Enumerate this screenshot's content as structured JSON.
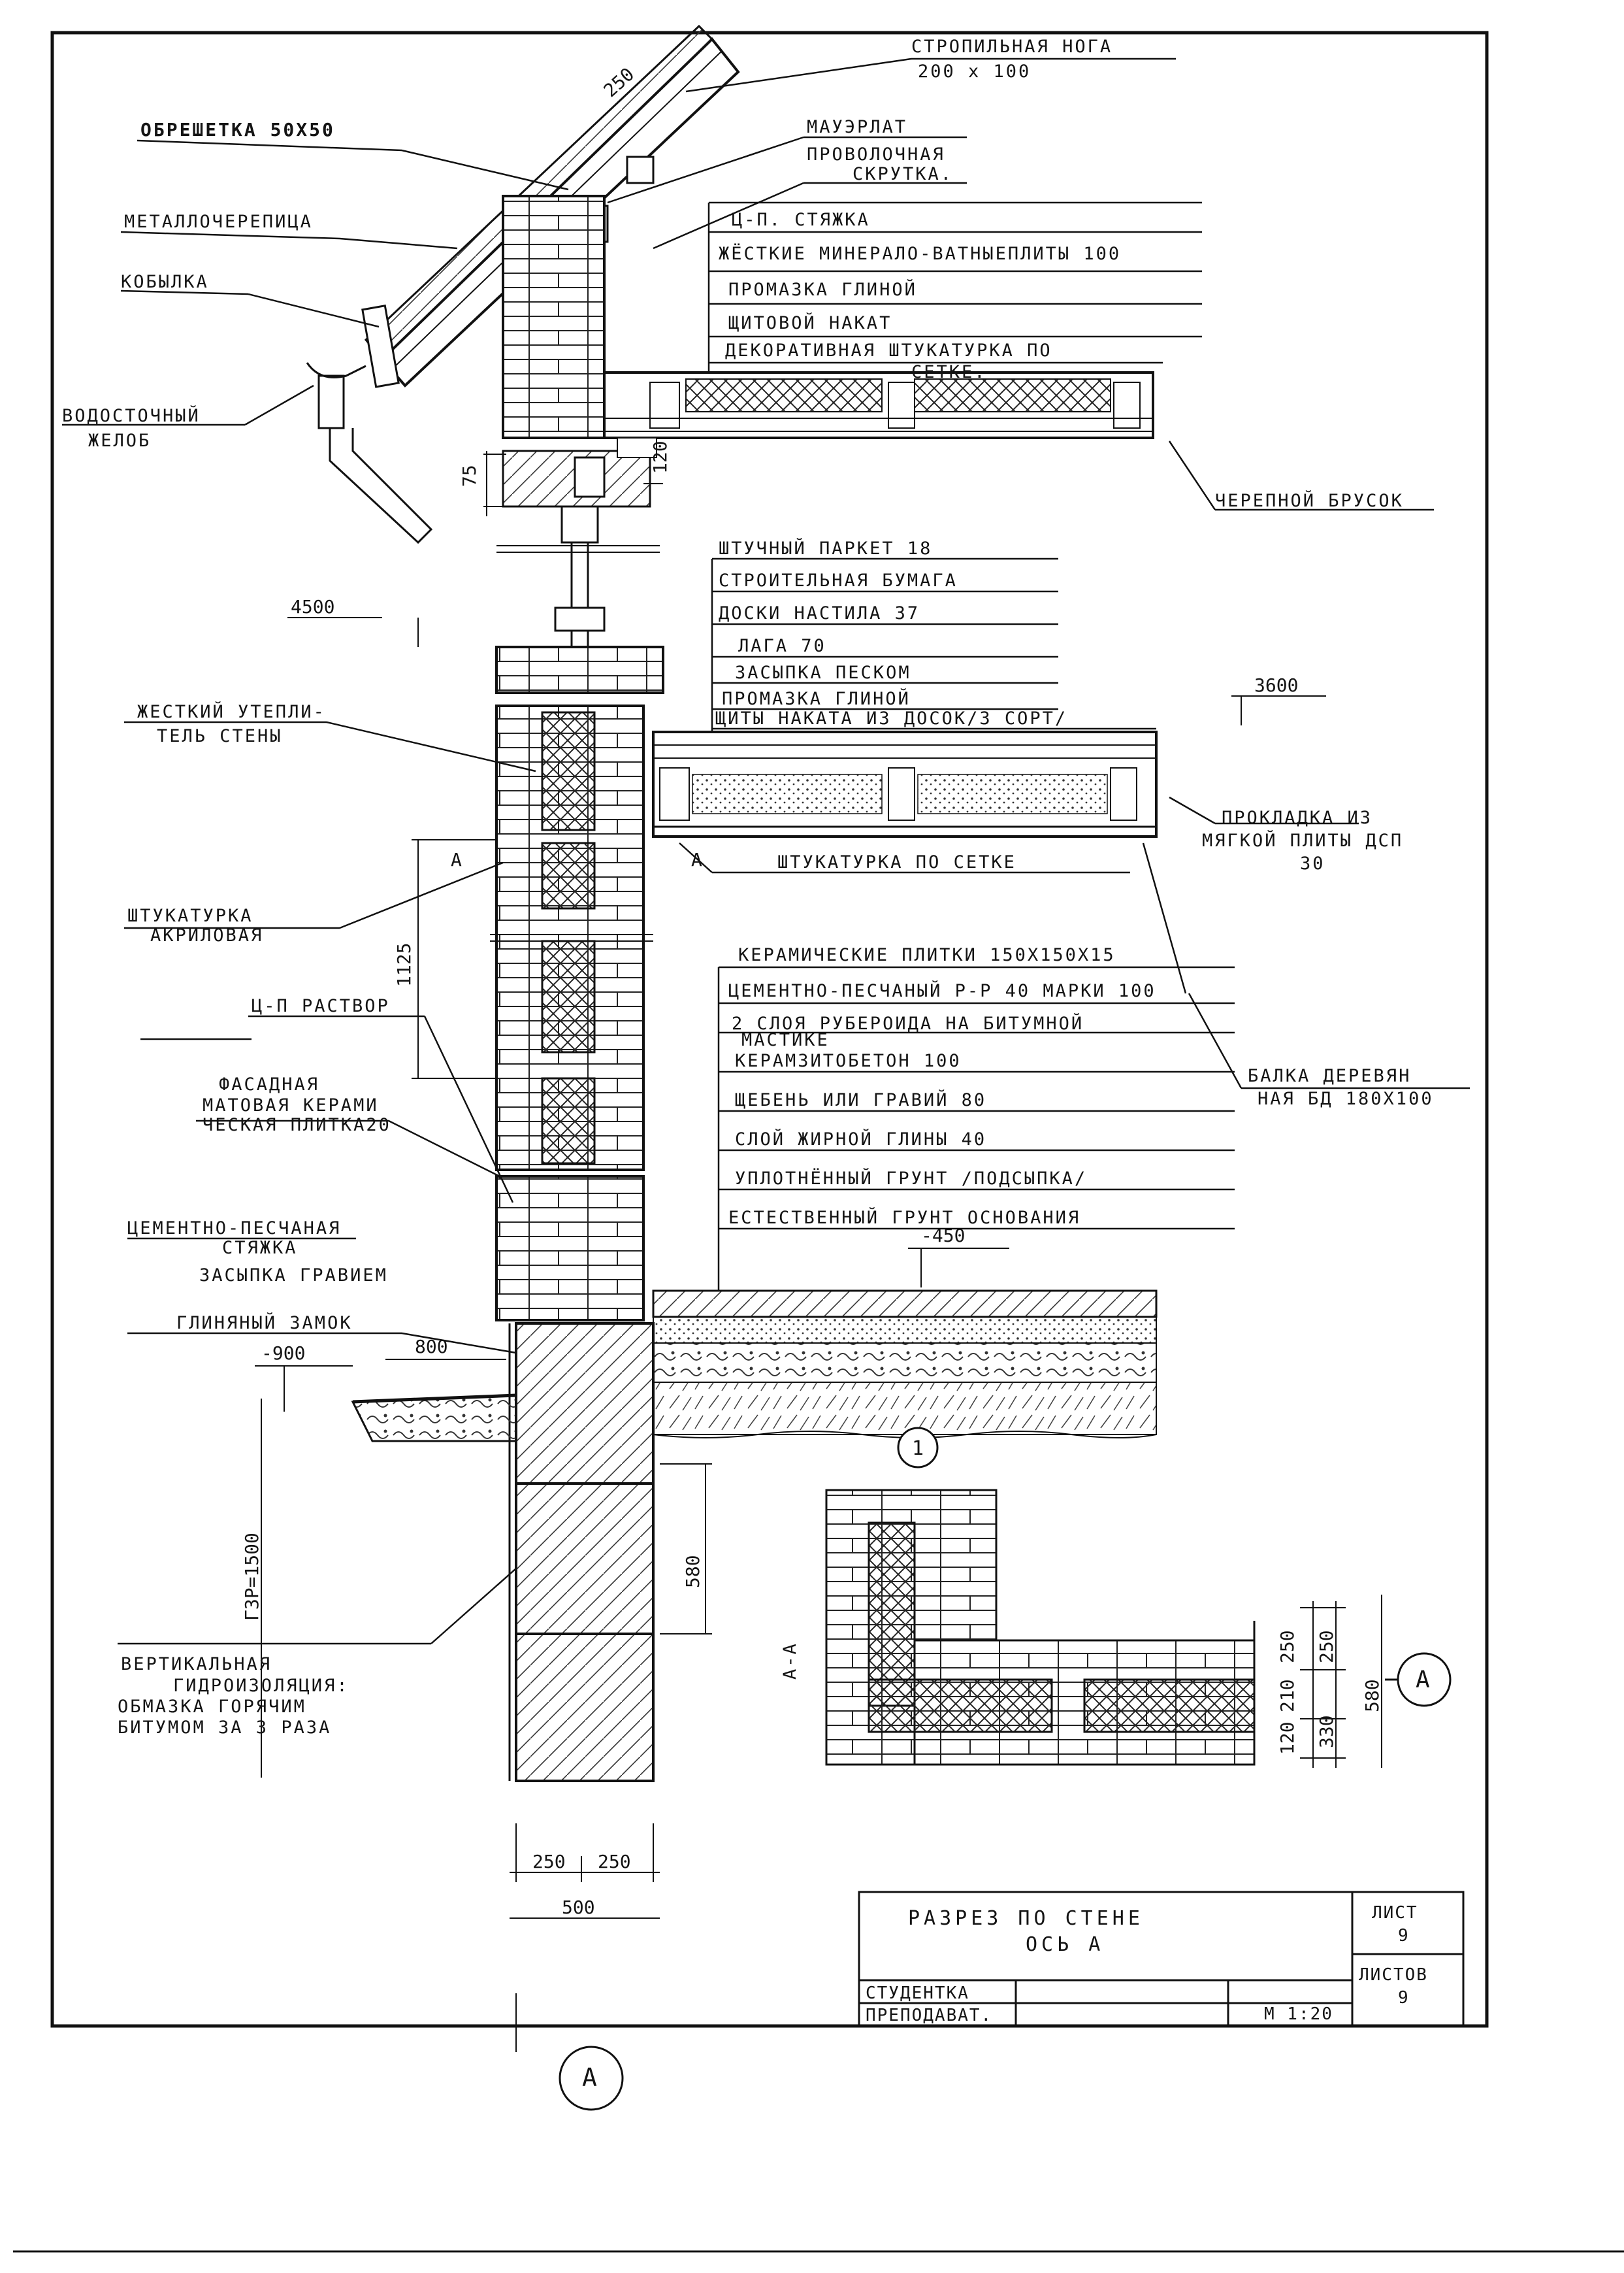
{
  "labels": {
    "obreshetka": "ОБРЕШЕТКА 50Х50",
    "metallocherepitsa": "МЕТАЛЛОЧЕРЕПИЦА",
    "kobylka": "КОБЫЛКА",
    "vodostok": [
      "ВОДОСТОЧНЫЙ",
      "ЖЕЛОБ"
    ],
    "stropilnaya": [
      "СТРОПИЛЬНАЯ НОГА",
      "200 х 100"
    ],
    "mauerlat": "МАУЭРЛАТ",
    "skrutka": [
      "ПРОВОЛОЧНАЯ",
      "СКРУТКА."
    ],
    "roof_layers": [
      "Ц-П. СТЯЖКА",
      "ЖЁСТКИЕ МИНЕРАЛО-ВАТНЫЕПЛИТЫ 100",
      "ПРОМАЗКА ГЛИНОЙ",
      "ЩИТОВОЙ НАКАТ"
    ],
    "decor_plaster": [
      "ДЕКОРАТИВНАЯ ШТУКАТУРКА ПО",
      "СЕТКЕ."
    ],
    "cherepnoy": "ЧЕРЕПНОЙ БРУСОК",
    "floor_layers": [
      "ШТУЧНЫЙ ПАРКЕТ 18",
      "СТРОИТЕЛЬНАЯ БУМАГА",
      "ДОСКИ НАСТИЛА 37",
      "ЛАГА 70",
      "ЗАСЫПКА ПЕСКОМ",
      "ПРОМАЗКА ГЛИНОЙ",
      "ЩИТЫ НАКАТА ИЗ ДОСОК/3 СОРТ/"
    ],
    "insulation": [
      "ЖЕСТКИЙ УТЕПЛИ-",
      "ТЕЛЬ СТЕНЫ"
    ],
    "prokladka": [
      "ПРОКЛАДКА ИЗ",
      "МЯГКОЙ ПЛИТЫ ДСП",
      "30"
    ],
    "plaster_mesh": "ШТУКАТУРКА ПО СЕТКЕ",
    "plaster_acryl": [
      "ШТУКАТУРКА",
      "АКРИЛОВАЯ"
    ],
    "cp_rastvor": "Ц-П РАСТВОР",
    "facade": [
      "ФАСАДНАЯ",
      "МАТОВАЯ КЕРАМИ",
      "ЧЕСКАЯ ПЛИТКА20"
    ],
    "ground_layers": [
      "КЕРАМИЧЕСКИЕ ПЛИТКИ 150Х150Х15",
      "ЦЕМЕНТНО-ПЕСЧАНЫЙ Р-Р 40 МАРКИ 100",
      "2 СЛОЯ РУБЕРОИДА НА БИТУМНОЙ",
      "МАСТИКЕ",
      "КЕРАМЗИТОБЕТОН 100",
      "ЩЕБЕНЬ ИЛИ ГРАВИЙ 80",
      "СЛОЙ ЖИРНОЙ ГЛИНЫ 40",
      "УПЛОТНЁННЫЙ ГРУНТ /ПОДСЫПКА/",
      "ЕСТЕСТВЕННЫЙ ГРУНТ ОСНОВАНИЯ"
    ],
    "balka": [
      "БАЛКА ДЕРЕВЯН",
      "НАЯ БД 180Х100"
    ],
    "cp_styazhka": [
      "ЦЕМЕНТНО-ПЕСЧАНАЯ",
      "СТЯЖКА"
    ],
    "zasypka_graviem": "ЗАСЫПКА ГРАВИЕМ",
    "glin_zamok": "ГЛИНЯНЫЙ ЗАМОК",
    "vert_hydro": [
      "ВЕРТИКАЛЬНАЯ",
      "ГИДРОИЗОЛЯЦИЯ:",
      "ОБМАЗКА ГОРЯЧИМ",
      "БИТУМОМ ЗА 3 РАЗА"
    ],
    "section_mark": "А-А"
  },
  "dimensions": {
    "d250_rafter": "250",
    "d75": "75",
    "d120": "120",
    "elev_4500": "4500",
    "elev_3600": "3600",
    "d1125": "1125",
    "elev_m450": "-450",
    "elev_m900": "-900",
    "d800": "800",
    "d580": "580",
    "gzp": "ГЗР=1500",
    "d250a": "250",
    "d250b": "250",
    "d500": "500",
    "sec_250a": "250",
    "sec_250b": "250",
    "sec_210": "210",
    "sec_120": "120",
    "sec_330": "330",
    "sec_580": "580",
    "section_A_left": "А",
    "section_A_right": "А"
  },
  "markers": {
    "axis_bottom": "А",
    "axis_section": "А",
    "node": "1"
  },
  "title_block": {
    "title_line1": "РАЗРЕЗ ПО СТЕНЕ",
    "title_line2": "ОСЬ А",
    "sheet_label": "ЛИСТ",
    "sheet_value": "9",
    "sheets_label": "ЛИСТОВ",
    "sheets_value": "9",
    "student": "СТУДЕНТКА",
    "teacher": "ПРЕПОДАВАТ.",
    "scale": "М 1:20"
  }
}
